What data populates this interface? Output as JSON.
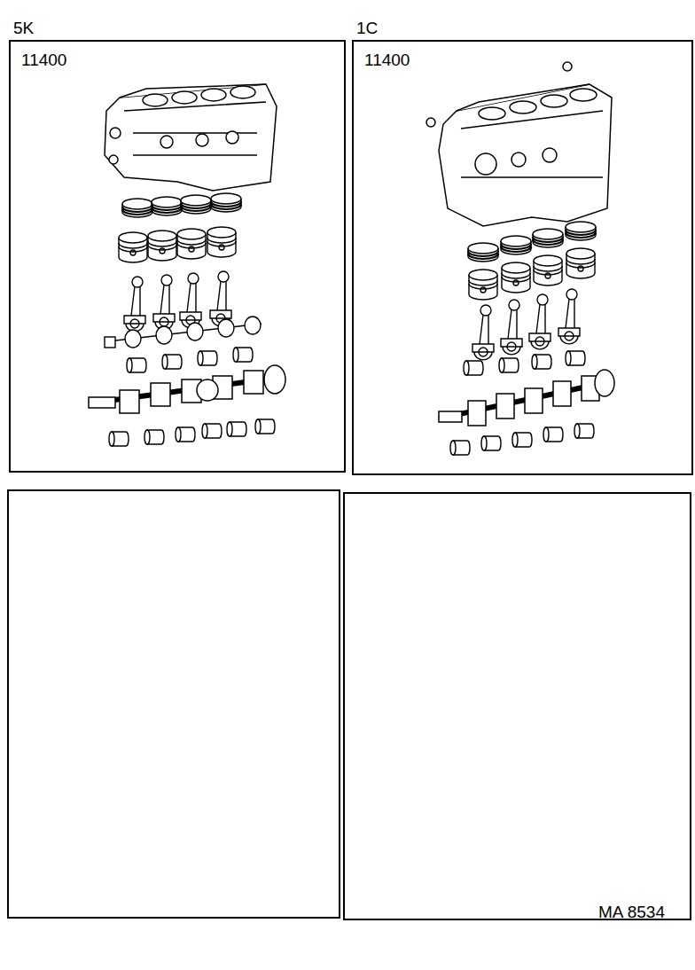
{
  "diagram": {
    "nodes": [
      {
        "text": [
          "5K",
          "11400"
        ]
      },
      {
        "text": [
          "1C",
          "11400"
        ]
      }
    ],
    "labels": [
      "MA 8534"
    ]
  }
}
